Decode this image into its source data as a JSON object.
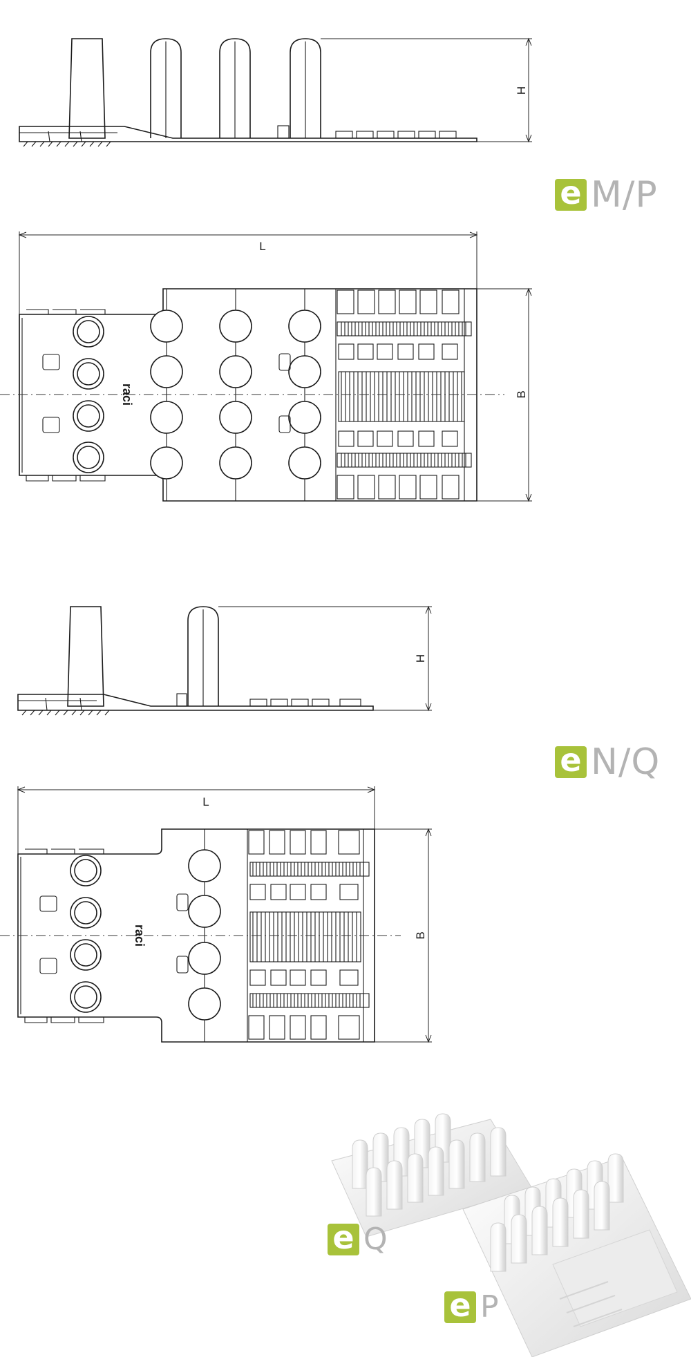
{
  "dimensions": {
    "height": "H",
    "length": "L",
    "width": "B"
  },
  "brand_mark": "raci",
  "labels": {
    "top_model": {
      "letter": "e",
      "name": "M/P"
    },
    "mid_model": {
      "letter": "e",
      "name": "N/Q"
    },
    "photo_q": {
      "letter": "e",
      "name": "Q"
    },
    "photo_p": {
      "letter": "e",
      "name": "P"
    }
  },
  "colors": {
    "accent": "#a8c23a",
    "logo_text": "#b3b3b3",
    "line": "#1a1a1a"
  }
}
